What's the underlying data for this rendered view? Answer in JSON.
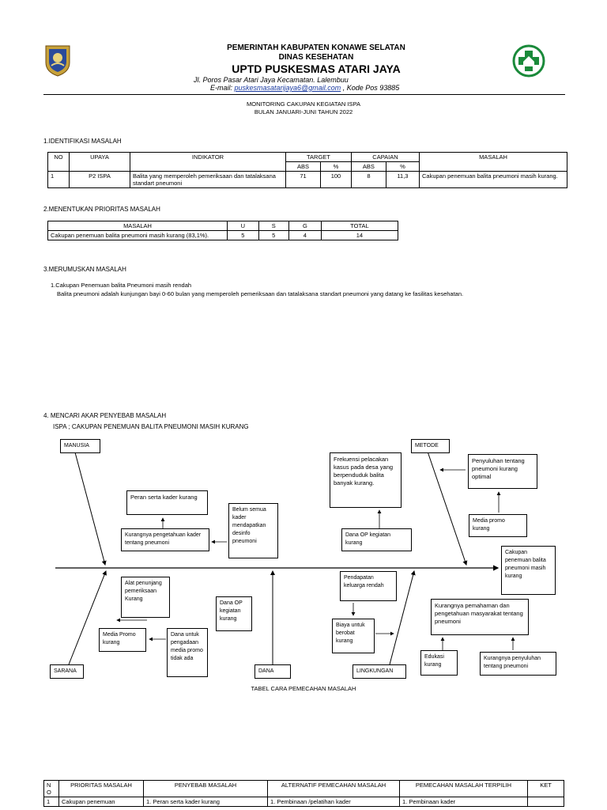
{
  "header": {
    "line1": "PEMERINTAH KABUPATEN KONAWE SELATAN",
    "line2": "DINAS KESEHATAN",
    "line3": "UPTD PUSKESMAS ATARI JAYA",
    "address": "Jl. Poros Pasar Atari Jaya  Kecamatan. Lalembuu",
    "email_prefix": "E-mail: ",
    "email": "puskesmasatarijaya6@gmail.com",
    "email_suffix": " , Kode Pos 93885"
  },
  "title": {
    "line1": "MONITORING CAKUPAN KEGIATAN ISPA",
    "line2": "BULAN JANUARI-JUNI TAHUN 2022"
  },
  "section1": {
    "heading": "1.IDENTIFIKASI MASALAH",
    "headers": [
      "NO",
      "UPAYA",
      "INDIKATOR",
      "TARGET",
      "CAPAIAN",
      "MASALAH"
    ],
    "subheaders": [
      "ABS",
      "%",
      "ABS",
      "%"
    ],
    "row": {
      "no": "1",
      "upaya": "P2 ISPA",
      "indikator": "Balita yang memperoleh pemeriksaan dan tatalaksana standart pneumoni",
      "target_abs": "71",
      "target_pct": "100",
      "capaian_abs": "8",
      "capaian_pct": "11,3",
      "masalah": "Cakupan penemuan balita pneumoni masih kurang."
    }
  },
  "section2": {
    "heading": "2.MENENTUKAN PRIORITAS MASALAH",
    "headers": [
      "MASALAH",
      "U",
      "S",
      "G",
      "TOTAL"
    ],
    "row": {
      "masalah": "Cakupan penemuan balita pneumoni masih kurang (83,1%).",
      "u": "5",
      "s": "5",
      "g": "4",
      "total": "14"
    }
  },
  "section3": {
    "heading": "3.MERUMUSKAN MASALAH",
    "item": "1.Cakupan Penemuan balita Pneumoni masih rendah",
    "desc": "Balita pneumoni adalah kunjungan bayi 0-60 bulan yang memperoleh pemeriksaan dan tatalaksana standart pneumoni yang datang ke fasilitas kesehatan."
  },
  "section4": {
    "heading": "4. MENCARI AKAR PENYEBAB MASALAH",
    "subheading": "ISPA ; CAKUPAN PENEMUAN BALITA PNEUMONI MASIH KURANG",
    "categories": {
      "manusia": "MANUSIA",
      "metode": "METODE",
      "sarana": "SARANA",
      "dana": "DANA",
      "lingkungan": "LINGKUNGAN"
    },
    "boxes": {
      "peran_serta": "Peran serta kader kurang",
      "kurang_pengetahuan": "Kurangnya pengetahuan kader tentang pneumoni",
      "belum_semua": "Belum semua kader mendapatkan desinfo pneumoni",
      "frekuensi": "Frekuensi pelacakan kasus pada desa yang berpenduduk balita banyak kurang.",
      "dana_op_kegiatan": "Dana OP kegiatan kurang",
      "penyuluhan": "Penyuluhan tentang pneumoni kurang optimal",
      "media_promo_kurang": "Media promo kurang",
      "effect": "Cakupan penemuan balita pneumoni masih kurang",
      "alat": "Alat penunjang pemeriksaan Kurang",
      "media_promo2": "Media Promo kurang",
      "dana_untuk": "Dana untuk pengadaan media promo tidak ada",
      "dana_op": "Dana OP kegiatan kurang",
      "pendapatan": "Pendapatan keluarga rendah",
      "biaya": "Biaya untuk berobat kurang",
      "pemahaman": "Kurangnya pemahaman dan pengetahuan masyarakat tentang pneumoni",
      "edukasi": "Edukasi kurang",
      "kurang_penyuluhan": "Kurangnya penyuluhan tentang pneumoni"
    },
    "table_caption": "TABEL CARA PEMECAHAN MASALAH"
  },
  "bottom_table": {
    "headers": [
      "N O",
      "PRIORITAS MASALAH",
      "PENYEBAB MASALAH",
      "ALTERNATIF PEMECAHAN MASALAH",
      "PEMECAHAN MASALAH TERPILIH",
      "KET"
    ],
    "row": {
      "no": "1",
      "prioritas": "Cakupan penemuan",
      "penyebab": "1.   Peran serta kader kurang",
      "alternatif": "1.   Pembinaan /pelatihan kader",
      "terpilih": "1.   Pembinaan kader"
    }
  },
  "colors": {
    "logo_green": "#1a8a3a",
    "logo_gold": "#c8a23a",
    "logo_blue": "#2a4a9a",
    "link": "#1a3aa0"
  }
}
